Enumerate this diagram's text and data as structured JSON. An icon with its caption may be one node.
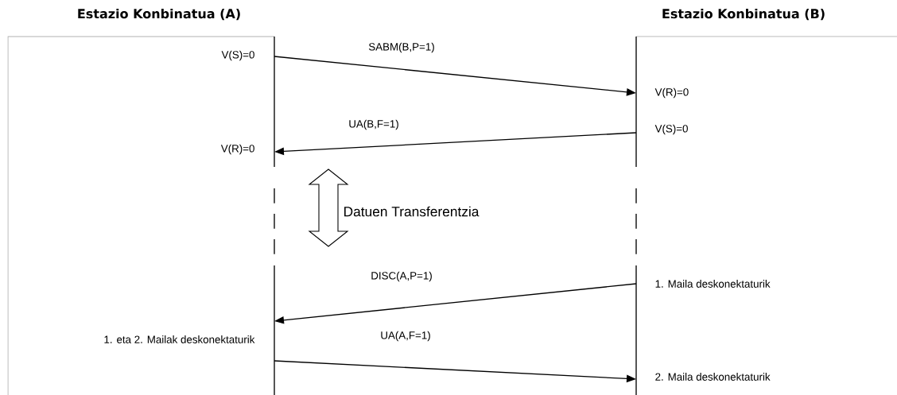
{
  "diagram": {
    "nodes": [
      {
        "text": [
          "Estazio Konbinatua (A)"
        ]
      },
      {
        "text": [
          "Estazio Konbinatua (B)"
        ]
      }
    ],
    "edges": [
      {
        "from": 0,
        "to": 1,
        "arrow": "to",
        "label": "SABM(B,P=1)"
      },
      {
        "from": 1,
        "to": 0,
        "arrow": "to",
        "label": "UA(B,F=1)"
      },
      {
        "from": 1,
        "to": 0,
        "arrow": "to",
        "label": "DISC(A,P=1)"
      },
      {
        "from": 0,
        "to": 1,
        "arrow": "to",
        "label": "UA(A,F=1)"
      }
    ],
    "labels": [
      "V(S)=0",
      "V(R)=0",
      "V(S)=0",
      "V(R)=0",
      "Datuen Transferentzia",
      "1. Maila deskonektaturik",
      "1. eta 2.  Mailak deskonektaturik",
      "2. Maila deskonektaturik"
    ]
  }
}
